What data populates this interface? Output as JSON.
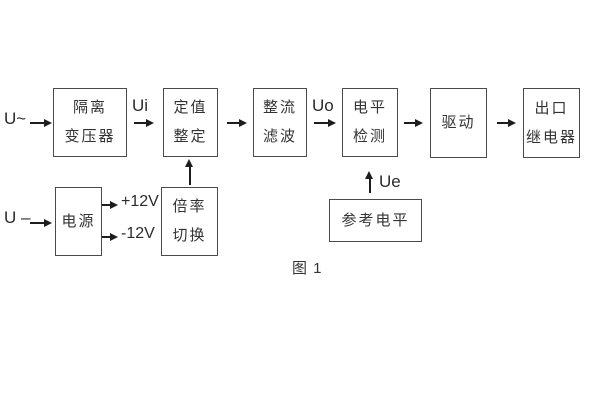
{
  "figure": {
    "caption": "图 1",
    "type": "relay-circuit-block-diagram"
  },
  "blocks": {
    "isolation_transformer": {
      "line1": "隔离",
      "line2": "变压器"
    },
    "setpoint_adjust": {
      "line1": "定值",
      "line2": "整定"
    },
    "rectifier_filter": {
      "line1": "整流",
      "line2": "滤波"
    },
    "level_detect": {
      "line1": "电平",
      "line2": "检测"
    },
    "drive": {
      "label": "驱动"
    },
    "output_relay": {
      "line1": "出口",
      "line2": "继电器"
    },
    "power_supply": {
      "label": "电源"
    },
    "ratio_switch": {
      "line1": "倍率",
      "line2": "切换"
    },
    "reference_level": {
      "label": "参考电平"
    }
  },
  "signals": {
    "ac_input": "U~",
    "dc_input": "U –",
    "ui": "Ui",
    "uo": "Uo",
    "ue": "Ue",
    "plus_12v": "+12V",
    "minus_12v": "-12V"
  },
  "colors": {
    "line": "#4a4a4a",
    "text": "#333333",
    "arrow": "#1d1d1d",
    "background": "#ffffff"
  }
}
